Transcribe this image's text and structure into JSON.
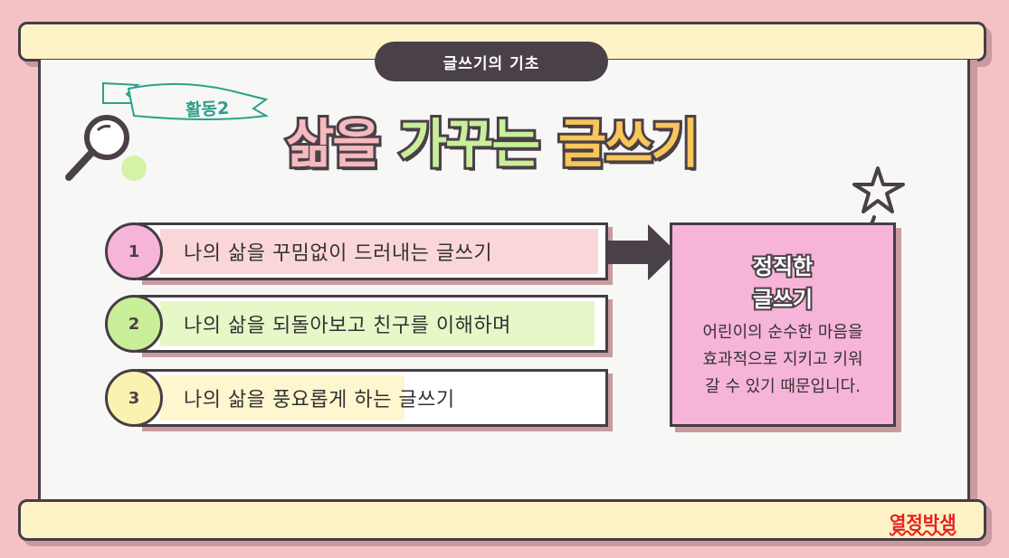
{
  "header": {
    "label": "글쓰기의 기초"
  },
  "activity": {
    "tag": "활동2"
  },
  "title": {
    "part1": "삶을",
    "part2": "가꾸는",
    "part3": "글쓰기"
  },
  "items": [
    {
      "number": "1",
      "text": "나의 삶을 꾸밈없이 드러내는 글쓰기",
      "color": "#f7b4d9",
      "fill": "#fbd6d8"
    },
    {
      "number": "2",
      "text": "나의 삶을 되돌아보고 친구를 이해하며",
      "color": "#c9ef99",
      "fill": "#e7f8c8"
    },
    {
      "number": "3",
      "text": "나의 삶을 풍요롭게 하는 글쓰기",
      "color": "#fbf1b0",
      "fill": "#fdf6cf"
    }
  ],
  "card": {
    "title_line1": "정직한",
    "title_line2": "글쓰기",
    "body_line1": "어린이의 순수한 마음을",
    "body_line2": "효과적으로 지키고 키워",
    "body_line3": "갈 수 있기 때문입니다."
  },
  "brand": {
    "name": "열정박샘"
  }
}
